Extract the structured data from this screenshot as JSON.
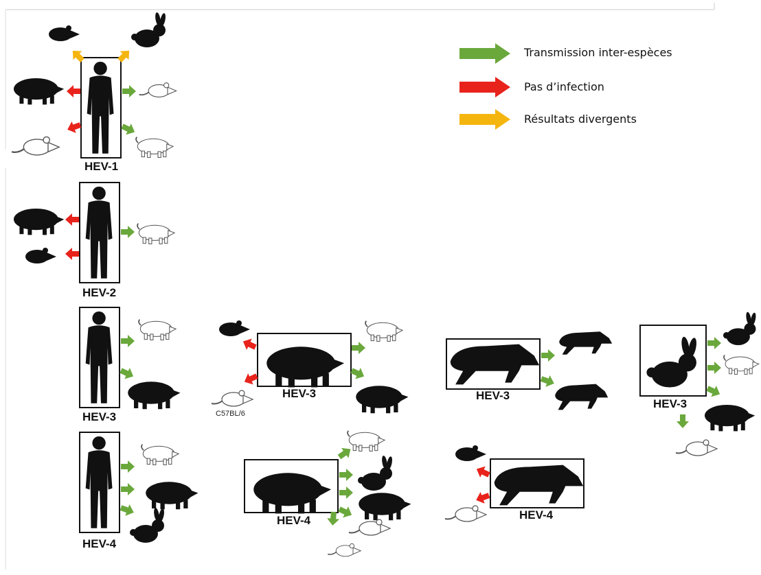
{
  "legend": {
    "items": [
      {
        "label": "Transmission inter-espèces",
        "color": "#6aa83c"
      },
      {
        "label": "Pas d’infection",
        "color": "#e8231c"
      },
      {
        "label": "Résultats divergents",
        "color": "#f5b50f"
      }
    ]
  },
  "panels": {
    "hev1": "HEV-1",
    "hev2": "HEV-2",
    "hev3_human": "HEV-3",
    "hev4_human": "HEV-4",
    "hev3_pig": "HEV-3",
    "hev4_pig": "HEV-4",
    "hev3_boar": "HEV-3",
    "hev4_boar": "HEV-4",
    "hev3_rabbit": "HEV-3"
  },
  "mouse_strain": "C57BL/6",
  "colors": {
    "green": "#6aa83c",
    "red": "#e8231c",
    "yellow": "#f5b50f",
    "dark": "#111111"
  }
}
